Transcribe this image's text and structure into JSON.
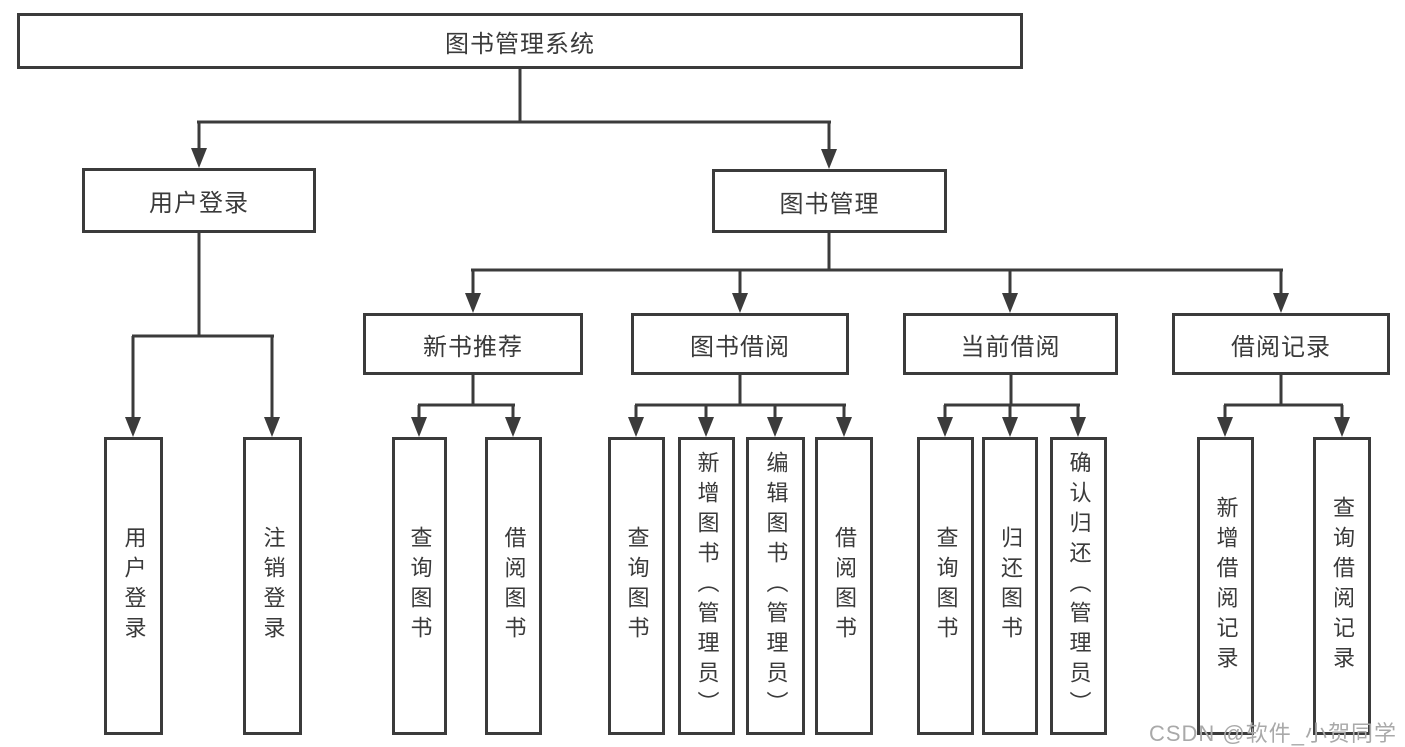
{
  "diagram": {
    "colors": {
      "line": "#3b3b3b",
      "node_text": "#3a3a3a",
      "watermark_text": "#a9a9a9",
      "background": "#ffffff"
    },
    "nodes": {
      "root": {
        "label": "图书管理系统"
      },
      "user_login": {
        "label": "用户登录"
      },
      "book_mgmt": {
        "label": "图书管理"
      },
      "new_book_rec": {
        "label": "新书推荐"
      },
      "book_borrow": {
        "label": "图书借阅"
      },
      "current_borrow": {
        "label": "当前借阅"
      },
      "borrow_records": {
        "label": "借阅记录"
      },
      "leaf_user_login": {
        "label": "用户登录"
      },
      "leaf_logout": {
        "label": "注销登录"
      },
      "leaf_query_book_1": {
        "label": "查询图书"
      },
      "leaf_borrow_book_1": {
        "label": "借阅图书"
      },
      "leaf_query_book_2": {
        "label": "查询图书"
      },
      "leaf_add_book": {
        "label": "新增图书（管理员）"
      },
      "leaf_edit_book": {
        "label": "编辑图书（管理员）"
      },
      "leaf_borrow_book_2": {
        "label": "借阅图书"
      },
      "leaf_query_book_3": {
        "label": "查询图书"
      },
      "leaf_return_book": {
        "label": "归还图书"
      },
      "leaf_confirm_return": {
        "label": "确认归还（管理员）"
      },
      "leaf_add_record": {
        "label": "新增借阅记录"
      },
      "leaf_query_record": {
        "label": "查询借阅记录"
      }
    },
    "watermark": "CSDN @软件_小贺同学"
  }
}
